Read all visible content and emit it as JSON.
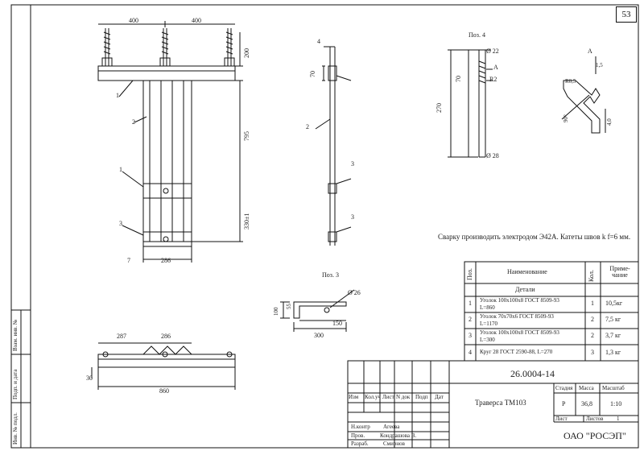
{
  "sheet_number": "53",
  "drawing_code": "26.0004-14",
  "product_title": "Траверса ТМ103",
  "company": "ОАО \"РОСЭП\"",
  "stage_value": "Р",
  "mass_value": "36,8",
  "scale_value": "1:10",
  "list_label": "Лист",
  "listov_label": "Листов",
  "listov_value": "1",
  "stamp_headers": {
    "stage": "Стадия",
    "mass": "Масса",
    "scale": "Масштаб"
  },
  "stamp_cols": [
    "Изм",
    "Кол.уч",
    "Лист",
    "N док",
    "Подп",
    "Дат"
  ],
  "stamp_roles": [
    "Н.контр",
    "Пров.",
    "Разраб."
  ],
  "stamp_names": [
    "Агеева",
    "Кондрашова В.",
    "Смирнов"
  ],
  "side_labels": [
    "Взам. инв. №",
    "Подп. и дата",
    "Инв. № подл."
  ],
  "welding_note": "Сварку производить электродом Э42А. Катеты швов k f=6 мм.",
  "pos_titles": {
    "pos4": "Поз. 4",
    "pos3": "Поз. 3"
  },
  "spec": {
    "headers": {
      "pos": "Поз.",
      "name": "Наименование",
      "qty": "Кол.",
      "note": "Приме-чание"
    },
    "section": "Детали",
    "rows": [
      {
        "pos": "1",
        "name": "Уголок 100х100х8 ГОСТ 8509-93",
        "sub": "L=860",
        "qty": "1",
        "note": "10,5кг"
      },
      {
        "pos": "2",
        "name": "Уголок 70х70х6 ГОСТ 8509-93",
        "sub": "L=1170",
        "qty": "2",
        "note": "7,5 кг"
      },
      {
        "pos": "3",
        "name": "Уголок 100х100х8 ГОСТ 8509-93",
        "sub": "L=300",
        "qty": "2",
        "note": "3,7 кг"
      },
      {
        "pos": "4",
        "name": "Круг 28 ГОСТ 2590-88, L=270",
        "sub": "",
        "qty": "3",
        "note": "1,3 кг"
      }
    ]
  },
  "dims": {
    "top_400a": "400",
    "top_400b": "400",
    "top_200": "200",
    "total_795": "795",
    "d_330": "330±1",
    "d_7": "7",
    "d_286": "286",
    "pos4_70": "70",
    "p4_d22": "Ø 22",
    "p4_A": "A",
    "p4_R2": "R2",
    "p4_70": "70",
    "p4_270": "270",
    "p4_d28": "Ø 28",
    "detA_A": "A",
    "detA_15": "1,5",
    "detA_R05": "R0,5",
    "detA_90": "90°",
    "detA_40": "4,0",
    "p3_d26": "Ø 26",
    "p3_100": "100",
    "p3_55": "55",
    "p3_150": "150",
    "p3_300": "300",
    "b_287": "287",
    "b_286": "286",
    "b_30": "30",
    "b_860": "860"
  },
  "leader_labels": {
    "main_1a": "1",
    "main_2": "2",
    "main_1b": "1",
    "main_3": "3",
    "side_4": "4",
    "side_2": "2",
    "side_3a": "3",
    "side_3b": "3"
  }
}
